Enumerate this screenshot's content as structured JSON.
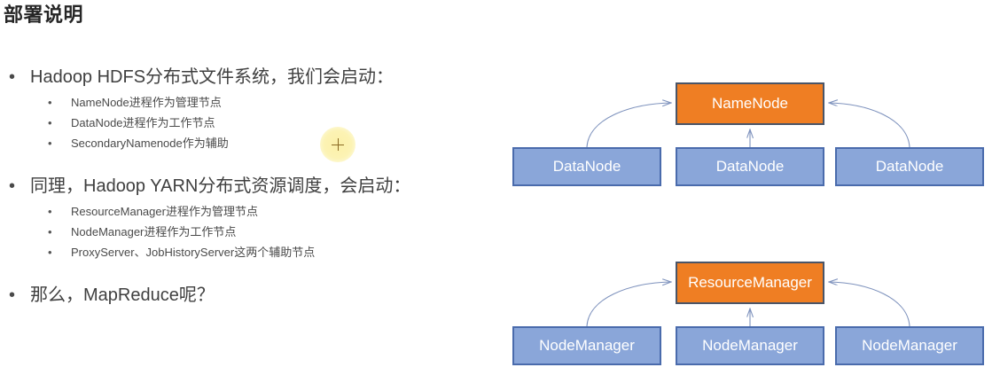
{
  "slide": {
    "title": "部署说明"
  },
  "content": {
    "groups": [
      {
        "name": "hdfs",
        "heading": "Hadoop HDFS分布式文件系统，我们会启动：",
        "items": [
          "NameNode进程作为管理节点",
          "DataNode进程作为工作节点",
          "SecondaryNamenode作为辅助"
        ]
      },
      {
        "name": "yarn",
        "heading": "同理，Hadoop YARN分布式资源调度，会启动：",
        "items": [
          "ResourceManager进程作为管理节点",
          "NodeManager进程作为工作节点",
          "ProxyServer、JobHistoryServer这两个辅助节点"
        ]
      },
      {
        "name": "mapreduce",
        "heading": "那么，MapReduce呢？",
        "items": []
      }
    ],
    "bullet_glyph": "•"
  },
  "cursor": {
    "type": "click-highlight",
    "highlight_color": "#fcf3b4",
    "crosshair_color": "#8a6a24"
  },
  "diagrams": [
    {
      "name": "hdfs-architecture",
      "master": "NameNode",
      "workers": [
        "DataNode",
        "DataNode",
        "DataNode"
      ],
      "master_color": "#ef7e23",
      "master_border": "#4a5568",
      "worker_color": "#8aa6d9",
      "worker_border": "#4a6bac",
      "arrow_color": "#7e92bd"
    },
    {
      "name": "yarn-architecture",
      "master": "ResourceManager",
      "workers": [
        "NodeManager",
        "NodeManager",
        "NodeManager"
      ],
      "master_color": "#ef7e23",
      "master_border": "#4a5568",
      "worker_color": "#8aa6d9",
      "worker_border": "#4a6bac",
      "arrow_color": "#7e92bd"
    }
  ]
}
